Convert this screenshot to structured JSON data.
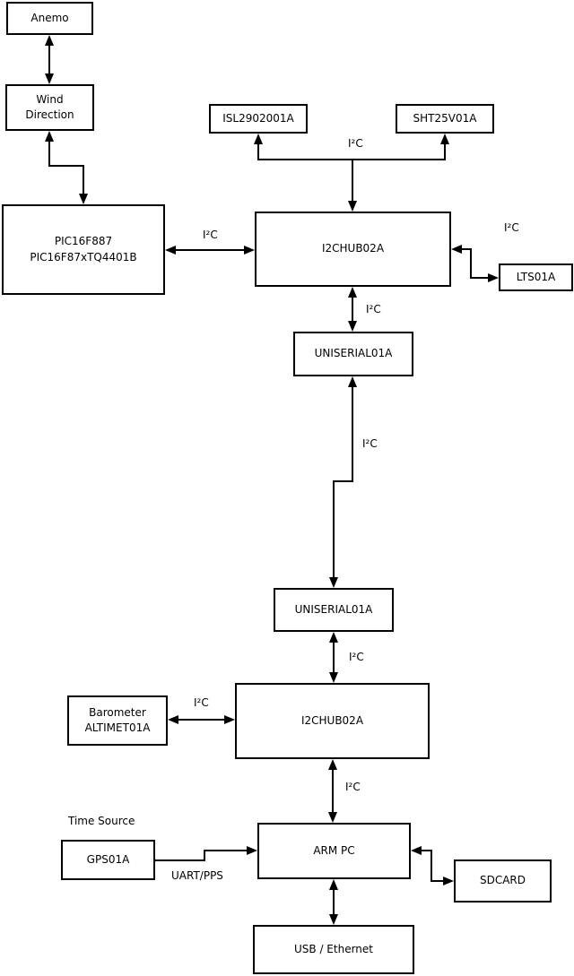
{
  "nodes": {
    "anemo": {
      "label": "Anemo"
    },
    "wind": {
      "label": "Wind\nDirection"
    },
    "pic": {
      "label": "PIC16F887\nPIC16F87xTQ4401B"
    },
    "isl": {
      "label": "ISL2902001A"
    },
    "sht": {
      "label": "SHT25V01A"
    },
    "hub1": {
      "label": "I2CHUB02A"
    },
    "lts": {
      "label": "LTS01A"
    },
    "uniserial1": {
      "label": "UNISERIAL01A"
    },
    "uniserial2": {
      "label": "UNISERIAL01A"
    },
    "barometer": {
      "label": "Barometer\nALTIMET01A"
    },
    "hub2": {
      "label": "I2CHUB02A"
    },
    "arm_pc": {
      "label": "ARM PC"
    },
    "gps": {
      "label": "GPS01A"
    },
    "sdcard": {
      "label": "SDCARD"
    },
    "usb_ethernet": {
      "label": "USB / Ethernet"
    }
  },
  "edge_labels": {
    "i2c_sensors": "I²C",
    "i2c_pic_hub1": "I²C",
    "i2c_hub1_lts": "I²C",
    "i2c_hub1_uniserial1": "I²C",
    "i2c_uniserial_link": "I²C",
    "i2c_uniserial2_hub2": "I²C",
    "i2c_baro_hub2": "I²C",
    "i2c_hub2_arm": "I²C",
    "uart_pps": "UART/PPS",
    "time_source": "Time Source"
  },
  "colors": {
    "background": "#ffffff",
    "line": "#000000",
    "box_fill": "#ffffff",
    "text": "#000000"
  }
}
